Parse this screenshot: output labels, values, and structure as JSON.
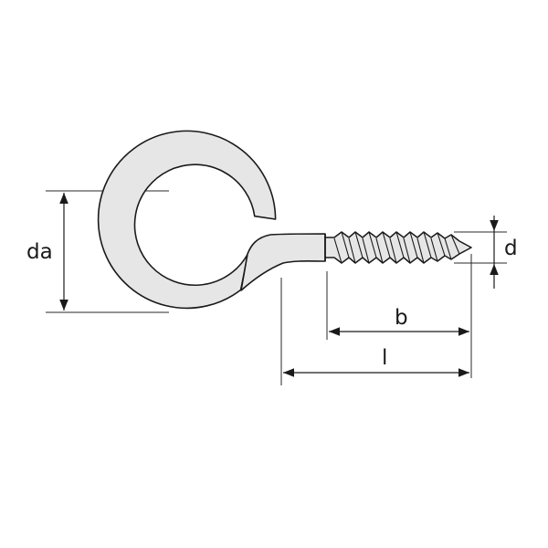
{
  "labels": {
    "da": "da",
    "d": "d",
    "b": "b",
    "l": "l"
  },
  "colors": {
    "part_fill": "#e6e6e6",
    "outline": "#1a1a1a",
    "dimension_line": "#2a2a2a"
  }
}
